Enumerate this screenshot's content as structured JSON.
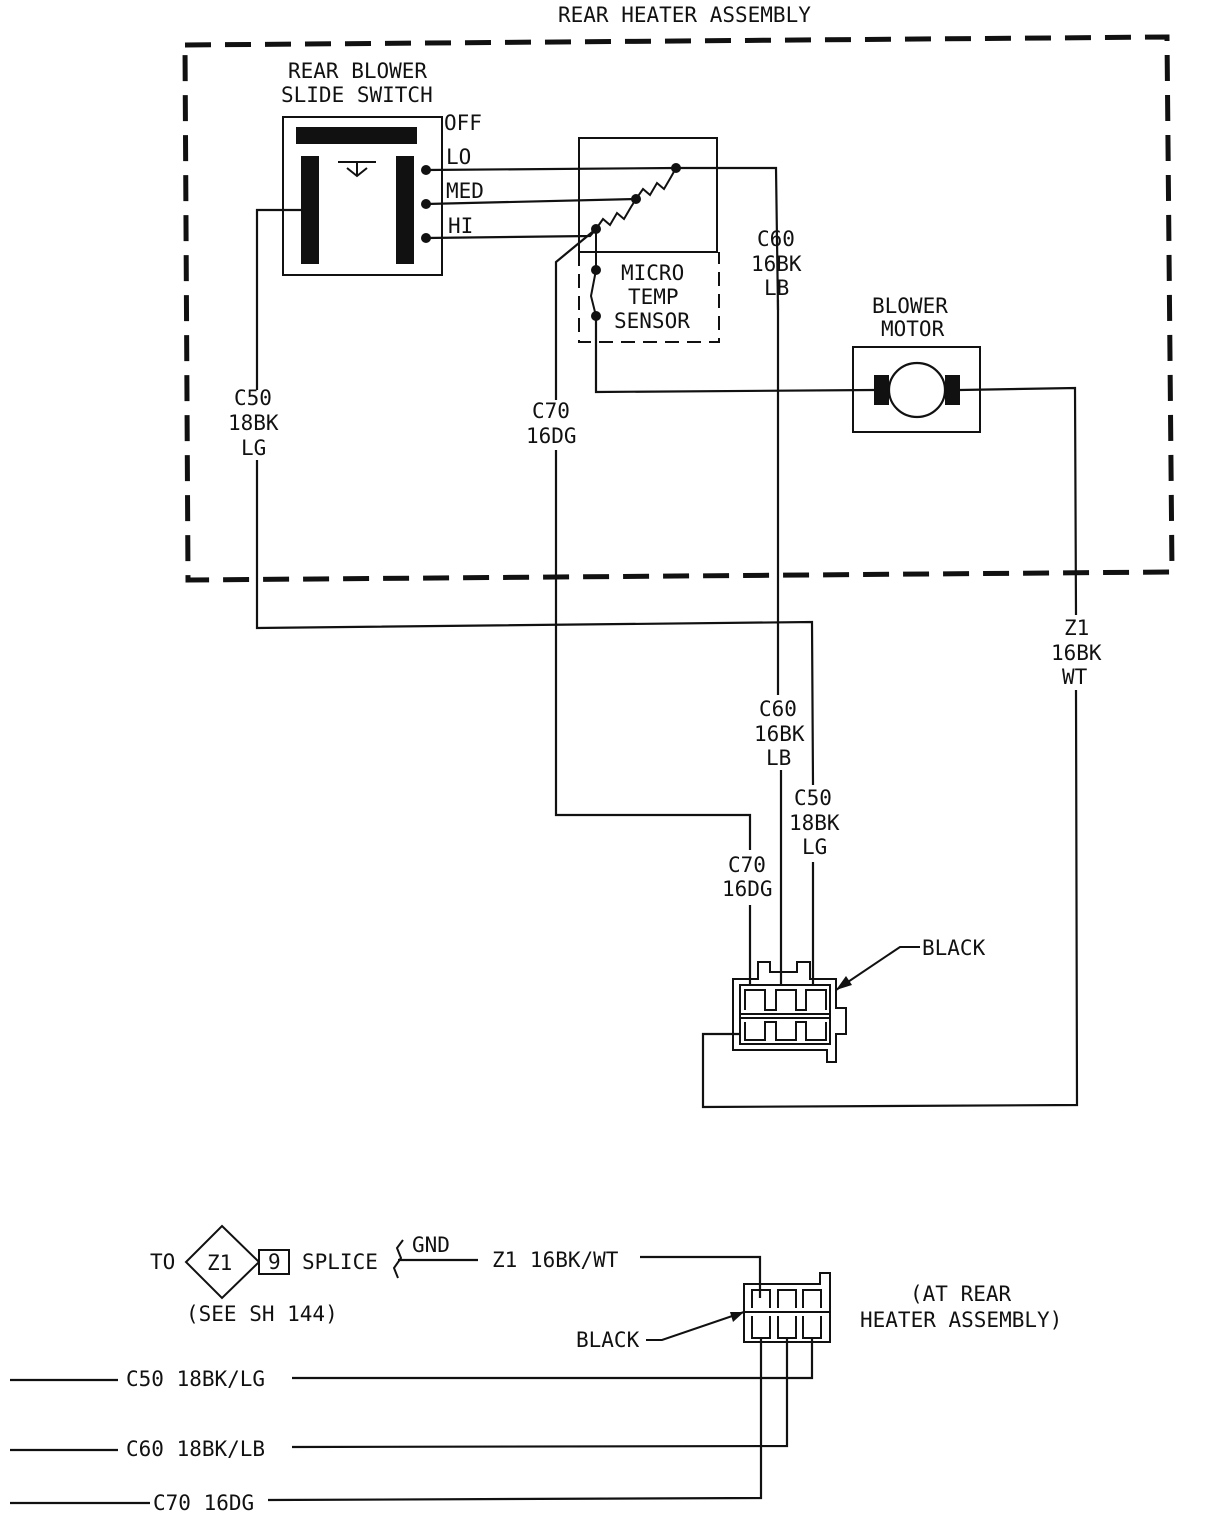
{
  "assembly": {
    "title": "REAR HEATER ASSEMBLY"
  },
  "switch": {
    "title_line1": "REAR BLOWER",
    "title_line2": "SLIDE SWITCH",
    "positions": [
      "OFF",
      "LO",
      "MED",
      "HI"
    ]
  },
  "sensor": {
    "line1": "MICRO",
    "line2": "TEMP",
    "line3": "SENSOR"
  },
  "motor": {
    "line1": "BLOWER",
    "line2": "MOTOR"
  },
  "wires": {
    "c50": [
      "C50",
      "18BK",
      "LG"
    ],
    "c60": [
      "C60",
      "16BK",
      "LB"
    ],
    "c70": [
      "C70",
      "16DG"
    ],
    "z1": [
      "Z1",
      "16BK",
      "WT"
    ]
  },
  "connector": {
    "label": "BLACK"
  },
  "bottom": {
    "to": "TO",
    "z1_symbol": "Z1",
    "z1_pin": "9",
    "splice": "SPLICE",
    "gnd": "GND",
    "z1_wire": "Z1 16BK/WT",
    "see": "(SEE SH 144)",
    "black": "BLACK",
    "at_rear_line1": "(AT REAR",
    "at_rear_line2": "HEATER ASSEMBLY)",
    "c50": "C50 18BK/LG",
    "c60": "C60 18BK/LB",
    "c70": "C70 16DG"
  }
}
